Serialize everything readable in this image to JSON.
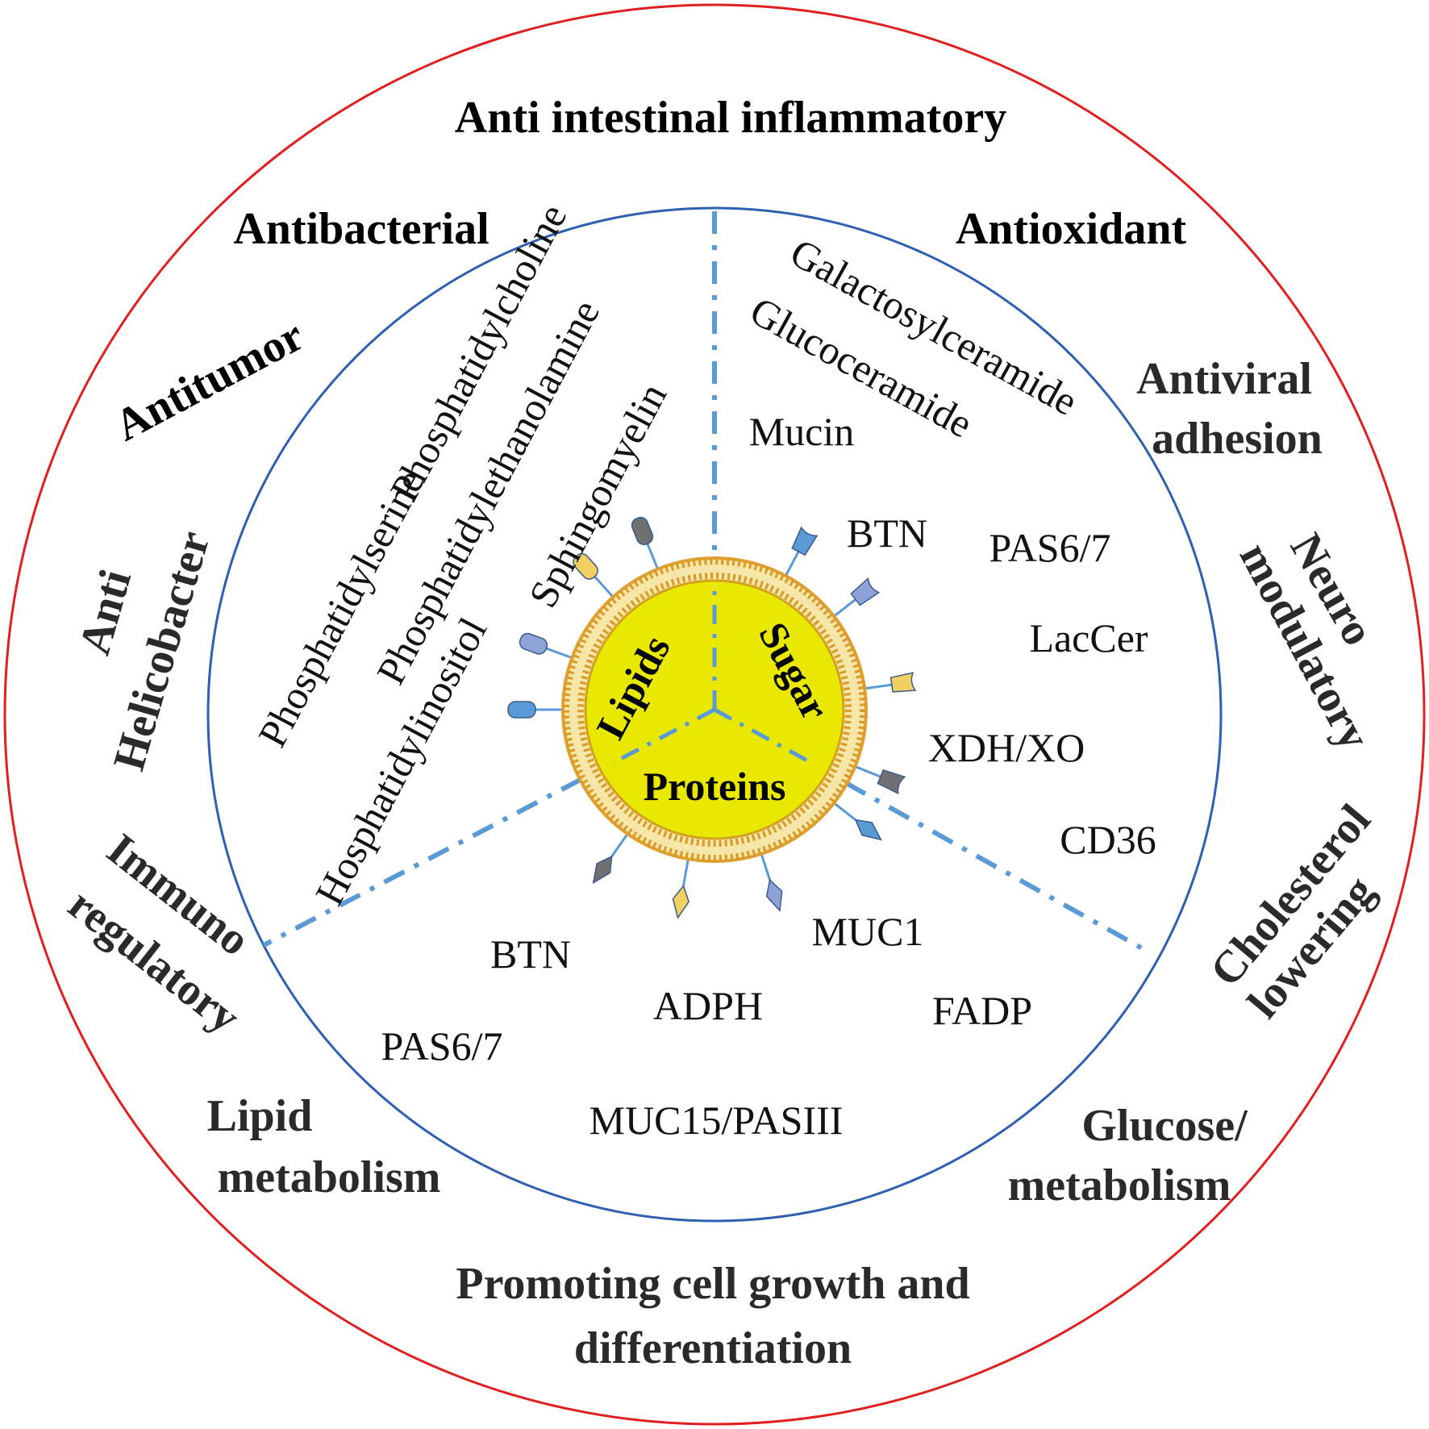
{
  "colors": {
    "outer_ring": "#e02020",
    "inner_ring": "#2f5fb0",
    "divider": "#5b9bd5",
    "core_fill": "#e8e800",
    "membrane": "#e0a030",
    "receptor_blue": "#5b9bd5",
    "receptor_gray": "#707070",
    "receptor_yellow": "#f0d060",
    "receptor_lavender": "#8ea2d8"
  },
  "functions": {
    "anti_intestinal": "Anti intestinal inflammatory",
    "antibacterial": "Antibacterial",
    "antioxidant": "Antioxidant",
    "antitumor": "Antitumor",
    "antiviral_1": "Antiviral",
    "antiviral_2": "adhesion",
    "anti_helicobacter_1": "Anti",
    "anti_helicobacter_2": "Helicobacter",
    "neuro_1": "Neuro",
    "neuro_2": "modulatory",
    "immuno_1": "Immuno",
    "immuno_2": "regulatory",
    "cholesterol_1": "Cholesterol",
    "cholesterol_2": "lowering",
    "lipid_metab_1": "Lipid",
    "lipid_metab_2": "metabolism",
    "glucose_metab_1": "Glucose/",
    "glucose_metab_2": "metabolism",
    "promoting_1": "Promoting cell growth and",
    "promoting_2": "differentiation"
  },
  "lipids_sector": {
    "items": [
      "Phosphatidylcholine",
      "Phosphatidylethanolamine",
      "Phosphatidylserine",
      "Sphingomyelin",
      "Hosphatidylinositol"
    ]
  },
  "sugar_sector": {
    "items": [
      "Galactosylceramide",
      "Glucoceramide",
      "Mucin",
      "BTN",
      "PAS6/7",
      "LacCer",
      "XDH/XO",
      "CD36"
    ]
  },
  "proteins_sector": {
    "items": [
      "MUC1",
      "BTN",
      "ADPH",
      "FADP",
      "PAS6/7",
      "MUC15/PASIII"
    ]
  },
  "core": {
    "lipids": "Lipids",
    "sugar": "Sugar",
    "proteins": "Proteins"
  }
}
